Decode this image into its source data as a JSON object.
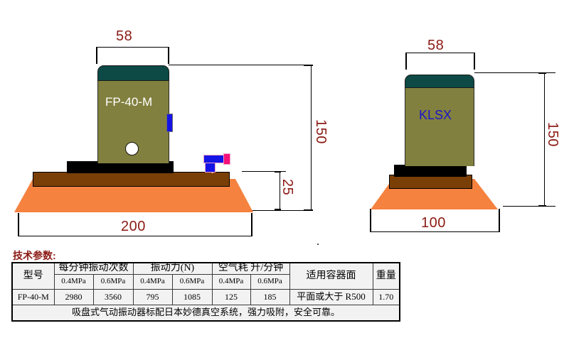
{
  "document": {
    "type": "technical-drawing",
    "spec_title": "技术参数:"
  },
  "views": {
    "front": {
      "name": "front-view",
      "body_label": "FP-40-M",
      "dimensions": {
        "width_top": "58",
        "height_total": "150",
        "height_base": "25",
        "width_bottom": "200"
      }
    },
    "side": {
      "name": "side-view",
      "body_label": "KLSX",
      "dimensions": {
        "width_top": "58",
        "height_total": "150",
        "width_bottom": "100"
      }
    }
  },
  "colors": {
    "cap": "#0d4a46",
    "body": "#82803f",
    "black_plate": "#000000",
    "brown_plate": "#7a3f06",
    "suction_cup": "#f5823f",
    "dimension_text": "#8b1a14",
    "fitting_blue": "#1414e6",
    "fitting_pink": "#f50f7a",
    "klsx_label": "#1a16c8"
  },
  "spec_table": {
    "header_row1": [
      "型号",
      "每分钟振动次数",
      "振动力(N)",
      "空气耗 升/分钟",
      "适用容器面",
      "重量"
    ],
    "header_row2": [
      "0.4MPa",
      "0.6MPa",
      "0.4MPa",
      "0.6MPa",
      "0.4MPa",
      "0.6MPa"
    ],
    "rows": [
      {
        "model": "FP-40-M",
        "vib_per_min_04": "2980",
        "vib_per_min_06": "3560",
        "force_04": "795",
        "force_06": "1085",
        "air_04": "125",
        "air_06": "185",
        "surface": "平面或大于 R500",
        "weight": "1.70"
      }
    ],
    "note": "吸盘式气动振动器标配日本妙德真空系统，强力吸附，安全可靠。"
  }
}
